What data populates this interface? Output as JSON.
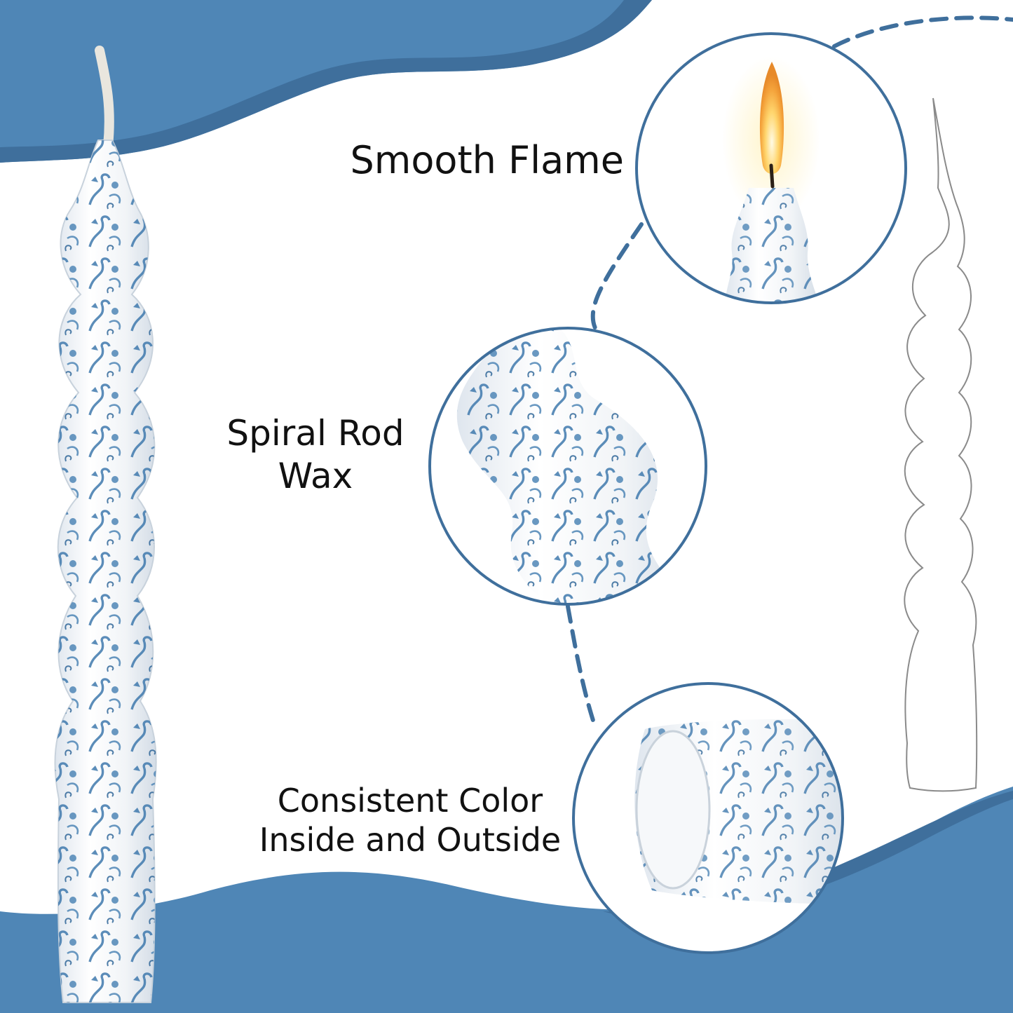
{
  "features": {
    "flame": {
      "label": "Smooth Flame"
    },
    "spiral": {
      "line1": "Spiral Rod",
      "line2": "Wax"
    },
    "color": {
      "line1": "Consistent Color",
      "line2": "Inside and Outside"
    }
  },
  "colors": {
    "accent_blue": "#4f86b6",
    "accent_dark": "#3f6f9c",
    "pattern_blue": "#3f79ad",
    "wax_white": "#f4f6f8",
    "outline_gray": "#8a8a8a"
  }
}
